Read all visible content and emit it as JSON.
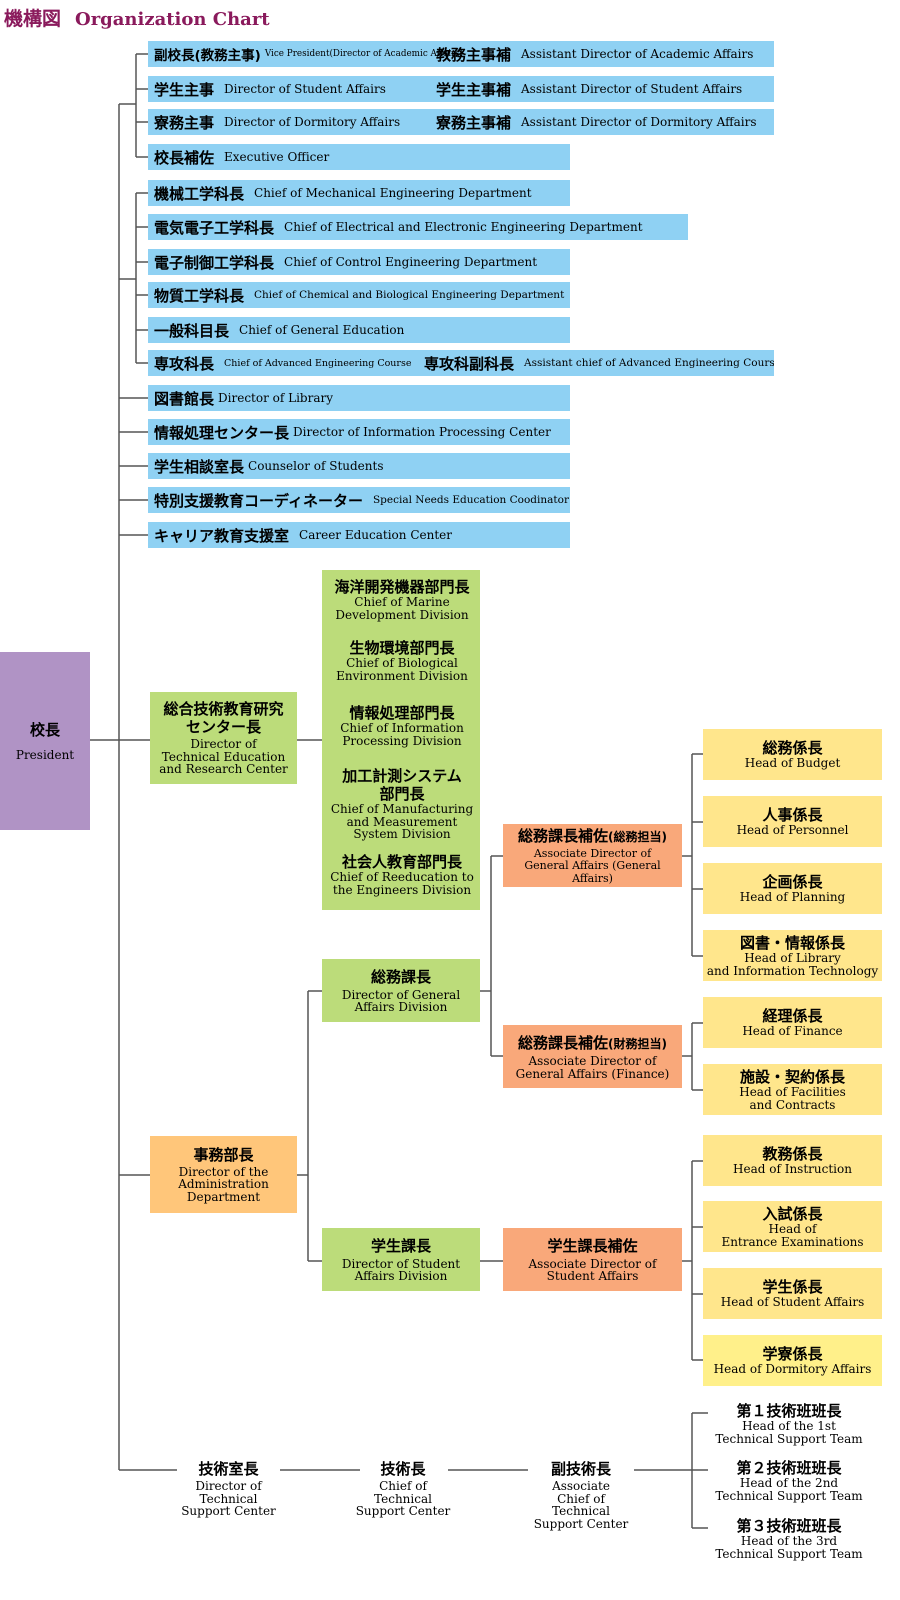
{
  "title": {
    "jp": "機構図",
    "en": "Organization Chart"
  },
  "president": {
    "jp": "校長",
    "en": "President"
  },
  "top_rows": [
    {
      "jp": "副校長(教務主事)",
      "en": "Vice President(Director of Academic Affairs)",
      "jp2": "教務主事補",
      "en2": "Assistant Director of Academic Affairs"
    },
    {
      "jp": "学生主事",
      "en": "Director of Student Affairs",
      "jp2": "学生主事補",
      "en2": "Assistant Director of Student Affairs"
    },
    {
      "jp": "寮務主事",
      "en": "Director of Dormitory Affairs",
      "jp2": "寮務主事補",
      "en2": "Assistant Director of Dormitory Affairs"
    },
    {
      "jp": "校長補佐",
      "en": "Executive Officer"
    }
  ],
  "dept_rows": [
    {
      "jp": "機械工学科長",
      "en": "Chief of Mechanical Engineering Department"
    },
    {
      "jp": "電気電子工学科長",
      "en": "Chief of Electrical and Electronic Engineering Department"
    },
    {
      "jp": "電子制御工学科長",
      "en": "Chief of Control Engineering Department"
    },
    {
      "jp": "物質工学科長",
      "en": "Chief of Chemical and Biological Engineering Department"
    },
    {
      "jp": "一般科目長",
      "en": "Chief of General Education"
    },
    {
      "jp": "専攻科長",
      "en": "Chief of Advanced Engineering Course",
      "jp2": "専攻科副科長",
      "en2": "Assistant chief of Advanced Engineering Course"
    }
  ],
  "misc_rows": [
    {
      "jp": "図書館長",
      "en": "Director of Library"
    },
    {
      "jp": "情報処理センター長",
      "en": "Director of Information Processing Center"
    },
    {
      "jp": "学生相談室長",
      "en": "Counselor of Students"
    },
    {
      "jp": "特別支援教育コーディネーター",
      "en": "Special Needs Education Coodinator"
    },
    {
      "jp": "キャリア教育支援室",
      "en": "Career Education Center"
    }
  ],
  "tech_center": {
    "jp": "総合技術教育研究\nセンター長",
    "en": "Director of\nTechnical Education\nand Research Center"
  },
  "divisions": [
    {
      "jp": "海洋開発機器部門長",
      "en": "Chief of Marine\nDevelopment Division"
    },
    {
      "jp": "生物環境部門長",
      "en": "Chief of Biological\nEnvironment Division"
    },
    {
      "jp": "情報処理部門長",
      "en": "Chief of Information\nProcessing Division"
    },
    {
      "jp": "加工計測システム\n部門長",
      "en": "Chief of Manufacturing\nand Measurement\nSystem Division"
    },
    {
      "jp": "社会人教育部門長",
      "en": "Chief of Reeducation to\nthe Engineers Division"
    }
  ],
  "admin": {
    "jp": "事務部長",
    "en": "Director of the\nAdministration\nDepartment"
  },
  "general_affairs": {
    "jp": "総務課長",
    "en": "Director of General\nAffairs Division"
  },
  "assoc_general": {
    "jp": "総務課長補佐",
    "jp_note": "(総務担当)",
    "en": "Associate Director of\nGeneral Affairs (General Affairs)"
  },
  "assoc_finance": {
    "jp": "総務課長補佐",
    "jp_note": "(財務担当)",
    "en": "Associate Director of\nGeneral Affairs (Finance)"
  },
  "student_affairs": {
    "jp": "学生課長",
    "en": "Director of Student\nAffairs Division"
  },
  "assoc_student": {
    "jp": "学生課長補佐",
    "en": "Associate Director of\nStudent Affairs"
  },
  "heads": [
    {
      "jp": "総務係長",
      "en": "Head of Budget"
    },
    {
      "jp": "人事係長",
      "en": "Head of Personnel"
    },
    {
      "jp": "企画係長",
      "en": "Head of Planning"
    },
    {
      "jp": "図書・情報係長",
      "en": "Head of Library\nand Information Technology"
    },
    {
      "jp": "経理係長",
      "en": "Head of Finance"
    },
    {
      "jp": "施設・契約係長",
      "en": "Head of Facilities\nand Contracts"
    },
    {
      "jp": "教務係長",
      "en": "Head of Instruction"
    },
    {
      "jp": "入試係長",
      "en": "Head of\nEntrance Examinations"
    },
    {
      "jp": "学生係長",
      "en": "Head of Student Affairs"
    },
    {
      "jp": "学寮係長",
      "en": "Head of Dormitory Affairs"
    }
  ],
  "tech_chain": [
    {
      "jp": "技術室長",
      "en": "Director of\nTechnical\nSupport Center"
    },
    {
      "jp": "技術長",
      "en": "Chief of\nTechnical\nSupport Center"
    },
    {
      "jp": "副技術長",
      "en": "Associate\nChief of\nTechnical\nSupport Center"
    }
  ],
  "teams": [
    {
      "jp": "第１技術班班長",
      "en": "Head of the 1st\nTechnical Support Team"
    },
    {
      "jp": "第２技術班班長",
      "en": "Head of the 2nd\nTechnical Support Team"
    },
    {
      "jp": "第３技術班班長",
      "en": "Head of the 3rd\nTechnical Support Team"
    }
  ]
}
